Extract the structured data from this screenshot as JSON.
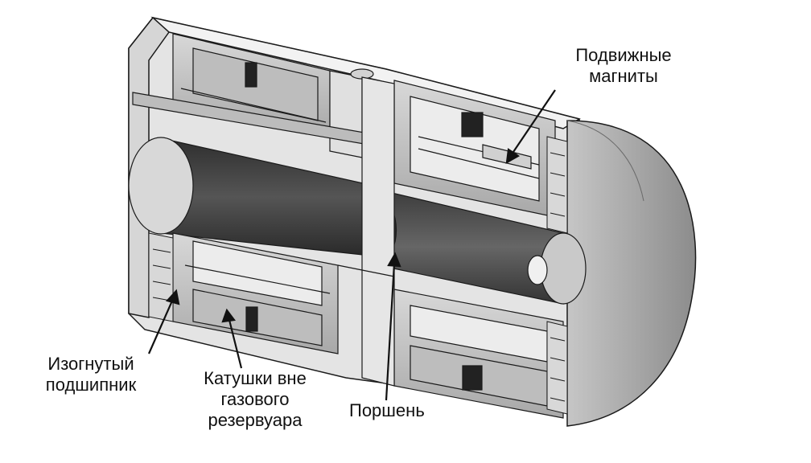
{
  "labels": {
    "moving_magnets": [
      "Подвижные",
      "магниты"
    ],
    "bent_bearing": [
      "Изогнутый",
      "подшипник"
    ],
    "coils_outside": [
      "Катушки вне",
      "газового",
      "резервуара"
    ],
    "piston": [
      "Поршень"
    ]
  },
  "colors": {
    "line": "#1a1a1a",
    "housing_light": "#e8e8e8",
    "housing_mid": "#cfcfcf",
    "cylinder_dark": "#3a3a3a",
    "cylinder_mid": "#5a5a5a",
    "dome": "#9a9a9a"
  }
}
